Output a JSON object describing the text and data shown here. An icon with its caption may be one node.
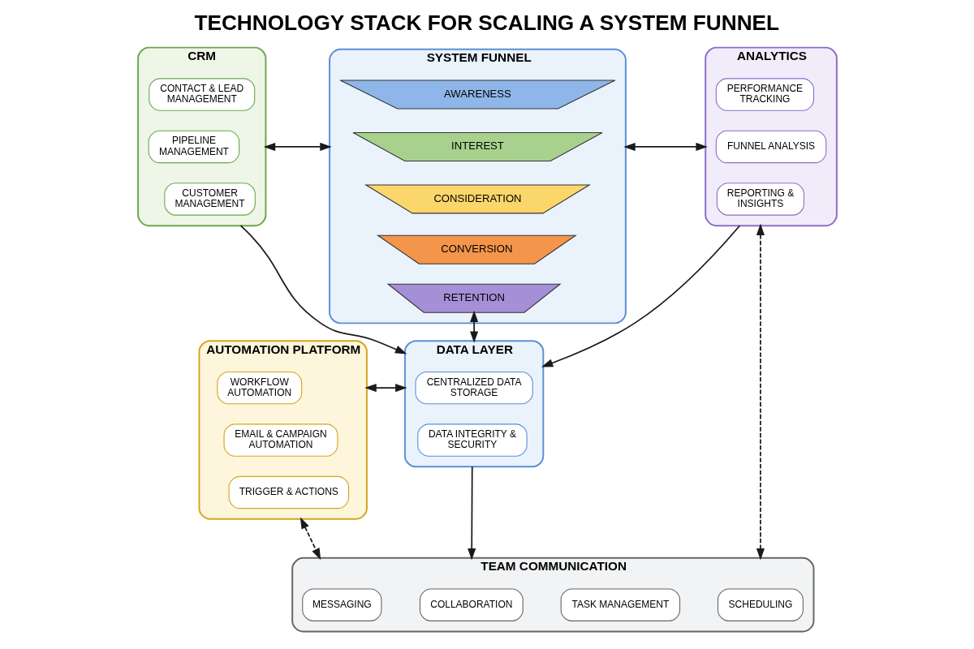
{
  "diagram": {
    "title": "TECHNOLOGY STACK FOR SCALING A SYSTEM FUNNEL",
    "nodes": [
      {
        "text": [
          "CRM"
        ]
      },
      {
        "text": [
          "CONTACT & LEAD MANAGEMENT"
        ],
        "in": 0
      },
      {
        "text": [
          "PIPELINE MANAGEMENT"
        ],
        "in": 0
      },
      {
        "text": [
          "CUSTOMER MANAGEMENT"
        ],
        "in": 0
      },
      {
        "text": [
          "SYSTEM FUNNEL"
        ]
      },
      {
        "text": [
          "AWARENESS"
        ],
        "in": 4
      },
      {
        "text": [
          "INTEREST"
        ],
        "in": 4
      },
      {
        "text": [
          "CONSIDERATION"
        ],
        "in": 4
      },
      {
        "text": [
          "CONVERSION"
        ],
        "in": 4
      },
      {
        "text": [
          "RETENTION"
        ],
        "in": 4
      },
      {
        "text": [
          "ANALYTICS"
        ]
      },
      {
        "text": [
          "PERFORMANCE TRACKING"
        ],
        "in": 10
      },
      {
        "text": [
          "FUNNEL ANALYSIS"
        ],
        "in": 10
      },
      {
        "text": [
          "REPORTING & INSIGHTS"
        ],
        "in": 10
      },
      {
        "text": [
          "AUTOMATION PLATFORM"
        ]
      },
      {
        "text": [
          "WORKFLOW AUTOMATION"
        ],
        "in": 14
      },
      {
        "text": [
          "EMAIL & CAMPAIGN AUTOMATION"
        ],
        "in": 14
      },
      {
        "text": [
          "TRIGGER & ACTIONS"
        ],
        "in": 14
      },
      {
        "text": [
          "DATA LAYER"
        ]
      },
      {
        "text": [
          "CENTRALIZED DATA STORAGE"
        ],
        "in": 18
      },
      {
        "text": [
          "DATA INTEGRITY & SECURITY"
        ],
        "in": 18
      },
      {
        "text": [
          "TEAM COMMUNICATION"
        ]
      },
      {
        "text": [
          "MESSAGING"
        ],
        "in": 21
      },
      {
        "text": [
          "COLLABORATION"
        ],
        "in": 21
      },
      {
        "text": [
          "TASK MANAGEMENT"
        ],
        "in": 21
      },
      {
        "text": [
          "SCHEDULING"
        ],
        "in": 21
      }
    ],
    "edges": [
      {
        "from": 0,
        "to": 4,
        "arrow": "both"
      },
      {
        "from": 4,
        "to": 10,
        "arrow": "both"
      },
      {
        "from": 0,
        "to": 18,
        "arrow": "to"
      },
      {
        "from": 9,
        "to": 18,
        "arrow": "both"
      },
      {
        "from": 10,
        "to": 18,
        "arrow": "to"
      },
      {
        "from": 14,
        "to": 18,
        "arrow": "both"
      },
      {
        "from": 18,
        "to": 21,
        "arrow": "to"
      },
      {
        "from": 14,
        "to": 21,
        "arrow": "both",
        "style": "dashed"
      },
      {
        "from": 10,
        "to": 21,
        "arrow": "both",
        "style": "dashed"
      }
    ]
  }
}
